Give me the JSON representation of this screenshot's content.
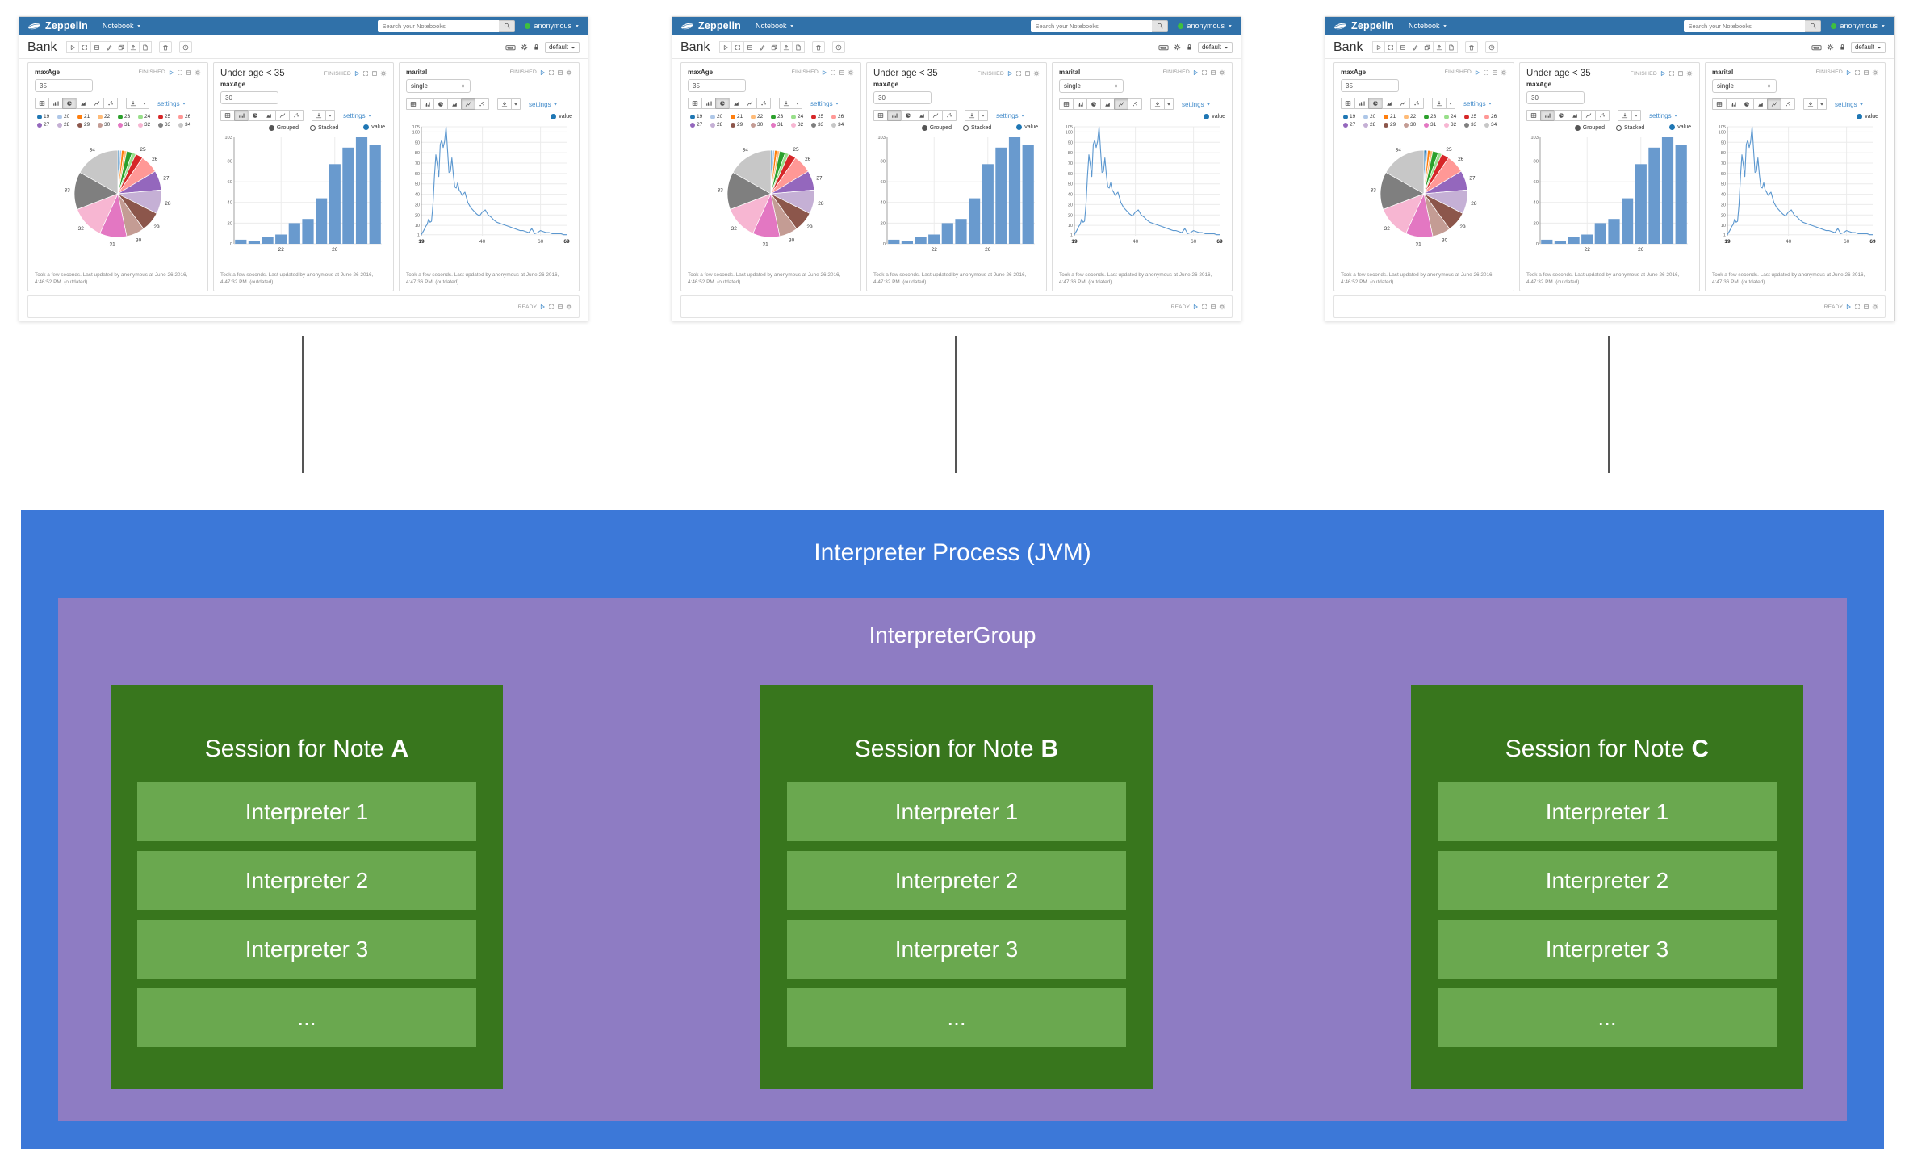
{
  "zeppelin": {
    "navbar": {
      "brand": "Zeppelin",
      "menu": "Notebook",
      "search_placeholder": "Search your Notebooks",
      "user": "anonymous"
    },
    "note": {
      "title": "Bank",
      "interpreter_binding": "default"
    },
    "settings_label": "settings",
    "paragraphs": [
      {
        "label": "maxAge",
        "input_value": "35",
        "status": "FINISHED",
        "footer": "Took a few seconds. Last updated by anonymous at June 26 2016, 4:46:52 PM. (outdated)"
      },
      {
        "title": "Under age < 35",
        "label": "maxAge",
        "input_value": "30",
        "status": "FINISHED",
        "grouped_label": "Grouped",
        "stacked_label": "Stacked",
        "value_label": "value",
        "footer": "Took a few seconds. Last updated by anonymous at June 26 2016, 4:47:32 PM. (outdated)"
      },
      {
        "label": "marital",
        "select_value": "single",
        "status": "FINISHED",
        "value_label": "value",
        "footer": "Took a few seconds. Last updated by anonymous at June 26 2016, 4:47:36 PM. (outdated)"
      }
    ],
    "empty_paragraph": {
      "cursor": "|",
      "status": "READY"
    }
  },
  "chart_data": [
    {
      "type": "pie",
      "categories": [
        "19",
        "20",
        "21",
        "22",
        "23",
        "24",
        "25",
        "26",
        "27",
        "28",
        "29",
        "30",
        "31",
        "32",
        "33",
        "34"
      ],
      "values": [
        3,
        3,
        4,
        4,
        9,
        6,
        12,
        29,
        31,
        38,
        32,
        29,
        43,
        53,
        60,
        72
      ],
      "colors": [
        "#1f77b4",
        "#aec7e8",
        "#ff7f0e",
        "#ffbb78",
        "#2ca02c",
        "#98df8a",
        "#d62728",
        "#ff9896",
        "#9467bd",
        "#c5b0d5",
        "#8c564b",
        "#c49c94",
        "#e377c2",
        "#f7b6d2",
        "#7f7f7f",
        "#c7c7c7"
      ],
      "labeled": [
        "25",
        "26",
        "27",
        "28",
        "29",
        "30",
        "31",
        "32",
        "33",
        "34"
      ],
      "legend_position": "top"
    },
    {
      "type": "bar",
      "categories": [
        "19",
        "20",
        "21",
        "22",
        "23",
        "24",
        "25",
        "26",
        "27",
        "28",
        "29"
      ],
      "values": [
        4,
        3,
        7,
        9,
        20,
        24,
        44,
        77,
        93,
        103,
        96
      ],
      "ylim": [
        0,
        103
      ],
      "y_ticks": [
        0,
        20,
        40,
        60,
        80,
        103
      ],
      "x_ticks": [
        {
          "index": 3,
          "label": "22"
        },
        {
          "index": 7,
          "label": "26"
        }
      ],
      "legend": [
        "Grouped",
        "Stacked",
        "value"
      ],
      "bar_color": "#699ace",
      "grid": true
    },
    {
      "type": "line",
      "points": [
        [
          19,
          1
        ],
        [
          20,
          6
        ],
        [
          20.5,
          9
        ],
        [
          21,
          11
        ],
        [
          21.5,
          16
        ],
        [
          22,
          13
        ],
        [
          22.5,
          14
        ],
        [
          23,
          30
        ],
        [
          23.5,
          57
        ],
        [
          24,
          78
        ],
        [
          24.5,
          68
        ],
        [
          25,
          57
        ],
        [
          25.5,
          88
        ],
        [
          26,
          92
        ],
        [
          26.5,
          85
        ],
        [
          27,
          91
        ],
        [
          27.5,
          105
        ],
        [
          28,
          83
        ],
        [
          28.5,
          61
        ],
        [
          29,
          62
        ],
        [
          29.5,
          75
        ],
        [
          30,
          59
        ],
        [
          30.5,
          47
        ],
        [
          31,
          46
        ],
        [
          31.5,
          51
        ],
        [
          32,
          44
        ],
        [
          32.5,
          42
        ],
        [
          33,
          39
        ],
        [
          34,
          42
        ],
        [
          35,
          32
        ],
        [
          36,
          27
        ],
        [
          37,
          24
        ],
        [
          38,
          21
        ],
        [
          39,
          19
        ],
        [
          40,
          23
        ],
        [
          41,
          25
        ],
        [
          42,
          20
        ],
        [
          43,
          18
        ],
        [
          44,
          15
        ],
        [
          45,
          13
        ],
        [
          46,
          12
        ],
        [
          47,
          11
        ],
        [
          48,
          10
        ],
        [
          49,
          9
        ],
        [
          50,
          8
        ],
        [
          51,
          7
        ],
        [
          52,
          6
        ],
        [
          53,
          5
        ],
        [
          54,
          5
        ],
        [
          55,
          4
        ],
        [
          56,
          3
        ],
        [
          57,
          7
        ],
        [
          58,
          2
        ],
        [
          59,
          3
        ],
        [
          60,
          5
        ],
        [
          61,
          4
        ],
        [
          62,
          3
        ],
        [
          63,
          3
        ],
        [
          64,
          2
        ],
        [
          65,
          2
        ],
        [
          66,
          2
        ],
        [
          67,
          2
        ],
        [
          68,
          1
        ],
        [
          69,
          1
        ]
      ],
      "xlim": [
        19,
        69
      ],
      "ylim": [
        0,
        105
      ],
      "y_ticks": [
        1,
        10,
        20,
        30,
        40,
        50,
        60,
        70,
        80,
        90,
        100,
        105
      ],
      "x_ticks": [
        19,
        40,
        60,
        69
      ],
      "x_grid": [
        40,
        60
      ],
      "legend": [
        "value"
      ],
      "line_color": "#5b97cf",
      "accent_dot": "#1f77b4",
      "grid": true
    }
  ],
  "diagram": {
    "process_title": "Interpreter Process (JVM)",
    "group_title": "InterpreterGroup",
    "sessions": [
      {
        "title_prefix": "Session for Note",
        "note": "A",
        "items": [
          "Interpreter 1",
          "Interpreter 2",
          "Interpreter 3",
          "..."
        ]
      },
      {
        "title_prefix": "Session for Note",
        "note": "B",
        "items": [
          "Interpreter 1",
          "Interpreter 2",
          "Interpreter 3",
          "..."
        ]
      },
      {
        "title_prefix": "Session for Note",
        "note": "C",
        "items": [
          "Interpreter 1",
          "Interpreter 2",
          "Interpreter 3",
          "..."
        ]
      }
    ],
    "colors": {
      "process": "#3c78d8",
      "group": "#8e7cc3",
      "session": "#38761d",
      "item": "#6aa84f",
      "connector": "#555555",
      "accent_blue": "#1f77b4"
    }
  }
}
